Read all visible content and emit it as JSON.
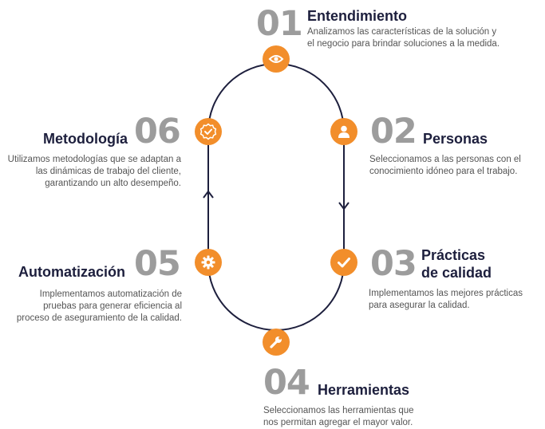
{
  "colors": {
    "accent": "#f28e2b",
    "line": "#1d1f3d",
    "number": "#9c9c9c",
    "title": "#1d1f3d",
    "text": "#555555"
  },
  "steps": [
    {
      "number": "01",
      "title": "Entendimiento",
      "desc_lines": [
        "Analizamos las características de la solución y",
        "el negocio para brindar soluciones a la medida."
      ],
      "icon": "eye-icon"
    },
    {
      "number": "02",
      "title": "Personas",
      "desc_lines": [
        "Seleccionamos a las personas con el",
        "conocimiento idóneo para el trabajo."
      ],
      "icon": "user-icon"
    },
    {
      "number": "03",
      "title_lines": [
        "Prácticas",
        "de calidad"
      ],
      "desc_lines": [
        "Implementamos las mejores prácticas",
        "para asegurar la calidad."
      ],
      "icon": "checkmark-icon"
    },
    {
      "number": "04",
      "title": "Herramientas",
      "desc_lines": [
        "Seleccionamos las herramientas que",
        "nos permitan agregar el mayor valor."
      ],
      "icon": "wrench-icon"
    },
    {
      "number": "05",
      "title": "Automatización",
      "desc_lines": [
        "Implementamos automatización de",
        "pruebas para generar eficiencia al",
        "proceso de aseguramiento de la calidad."
      ],
      "icon": "gear-icon"
    },
    {
      "number": "06",
      "title": "Metodología",
      "desc_lines": [
        "Utilizamos metodologías que se adaptan a",
        "las dinámicas de trabajo del cliente,",
        "garantizando un alto desempeño."
      ],
      "icon": "badge-check-icon"
    }
  ]
}
